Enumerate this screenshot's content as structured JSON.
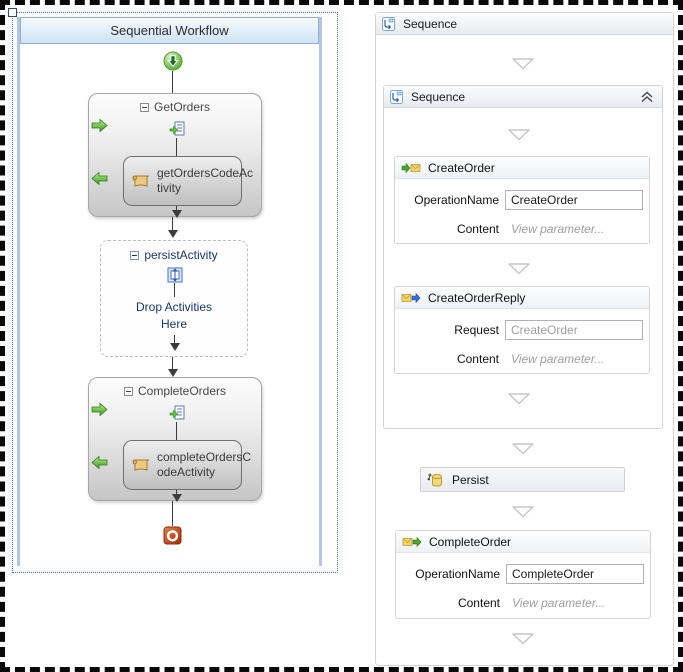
{
  "left_designer": {
    "title": "Sequential Workflow",
    "get_orders": {
      "title": "GetOrders",
      "child_line1": "getOrdersCodeAc",
      "child_line2": "tivity"
    },
    "persist": {
      "title": "persistActivity",
      "drop_line1": "Drop Activities",
      "drop_line2": "Here"
    },
    "complete_orders": {
      "title": "CompleteOrders",
      "child_line1": "completeOrdersC",
      "child_line2": "odeActivity"
    }
  },
  "right_designer": {
    "root_sequence": {
      "title": "Sequence"
    },
    "inner_sequence": {
      "title": "Sequence"
    },
    "create_order": {
      "title": "CreateOrder",
      "operation_label": "OperationName",
      "operation_value": "CreateOrder",
      "content_label": "Content",
      "content_value": "View parameter..."
    },
    "create_order_reply": {
      "title": "CreateOrderReply",
      "request_label": "Request",
      "request_value": "CreateOrder",
      "content_label": "Content",
      "content_value": "View parameter..."
    },
    "persist": {
      "title": "Persist"
    },
    "complete_order": {
      "title": "CompleteOrder",
      "operation_label": "OperationName",
      "operation_value": "CompleteOrder",
      "content_label": "Content",
      "content_value": "View parameter..."
    }
  },
  "icons": {
    "start": "start-icon",
    "stop": "stop-icon",
    "collapse_minus": "collapse-minus-icon",
    "sequence_child": "sequence-child-icon",
    "green_forward": "green-forward-arrow-icon",
    "green_back": "green-back-arrow-icon",
    "code_scroll": "code-scroll-icon",
    "persist_block": "persist-block-icon",
    "wf4_sequence": "sequence-icon",
    "drop_triangle": "drop-triangle-icon",
    "collapse_chevron": "collapse-chevron-icon",
    "receive": "receive-icon",
    "send_reply": "send-reply-icon",
    "persist_db": "persist-database-icon",
    "send": "send-icon"
  },
  "colors": {
    "panel_header_blue": "#cfe2f3",
    "panel_border_blue": "#b3c6dd",
    "navy_text": "#16365c",
    "green_arrow": "#4ca32e",
    "stop_red": "#b5330f",
    "start_green": "#5cb033",
    "box_border_gray": "#d4d4d4",
    "muted_text": "#9e9e9e",
    "selection_dotted": "#5a7aa0"
  }
}
